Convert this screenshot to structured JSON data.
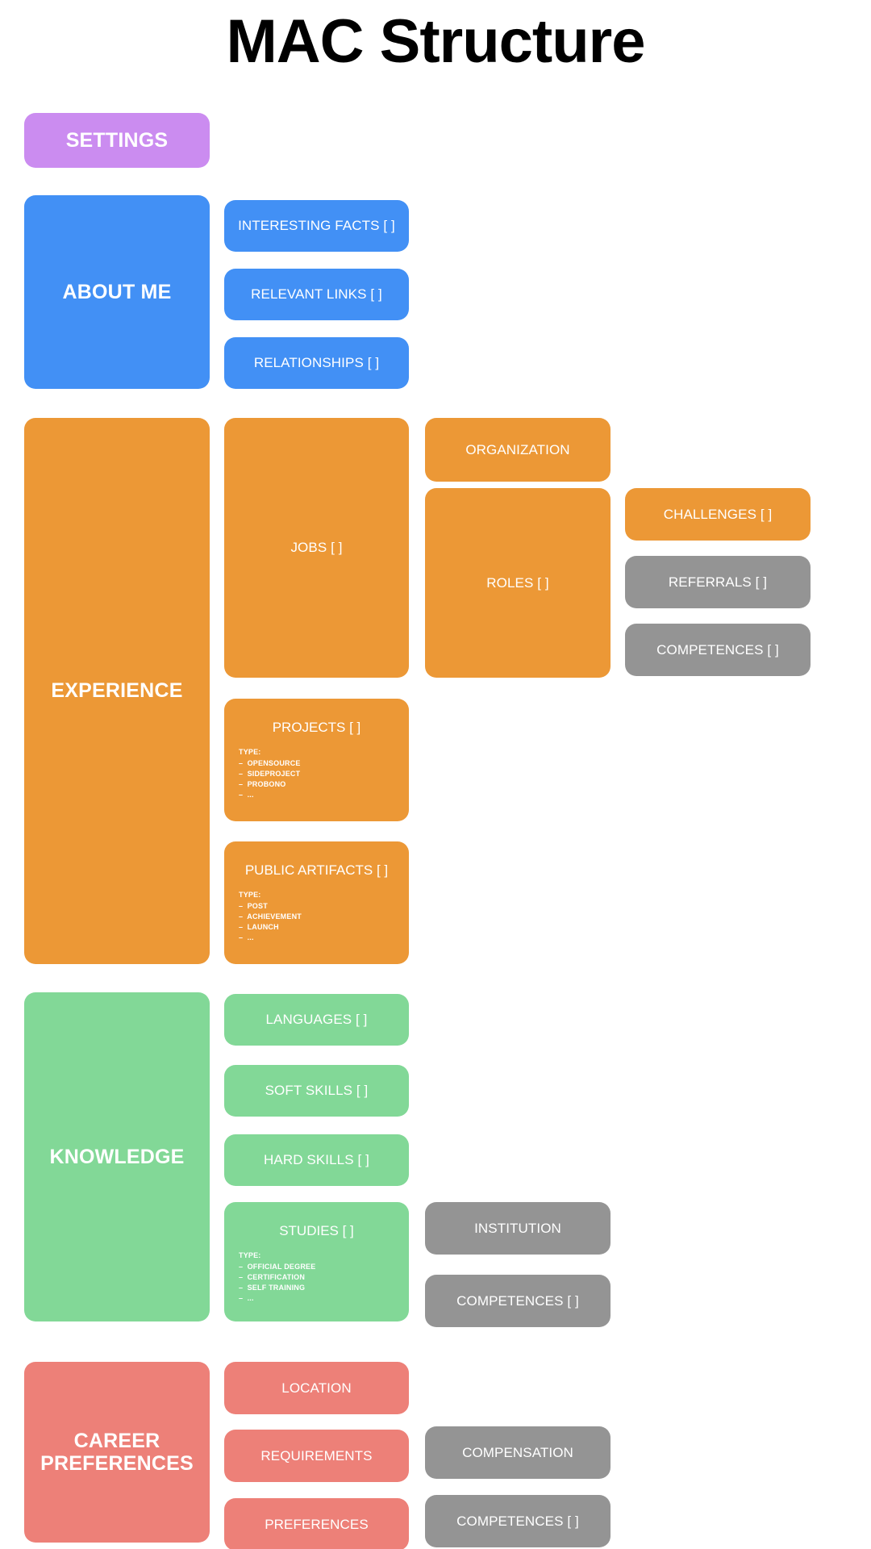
{
  "title": "MAC Structure",
  "colors": {
    "settings": "#cb8cf0",
    "about_me": "#4290f5",
    "experience": "#ec9836",
    "knowledge": "#82d897",
    "career_preferences": "#ed8078",
    "shared_entity": "#949494",
    "background": "#ffffff",
    "title_text": "#000000",
    "node_text": "#ffffff"
  },
  "sections": {
    "settings": {
      "label": "SETTINGS"
    },
    "about_me": {
      "label": "ABOUT ME",
      "children": [
        {
          "label": "INTERESTING FACTS [ ]"
        },
        {
          "label": "RELEVANT LINKS [ ]"
        },
        {
          "label": "RELATIONSHIPS [ ]"
        }
      ]
    },
    "experience": {
      "label": "EXPERIENCE",
      "children": [
        {
          "label": "JOBS [ ]"
        },
        {
          "label": "PROJECTS [ ]"
        },
        {
          "label": "PUBLIC ARTIFACTS [ ]"
        }
      ],
      "jobs_children": [
        {
          "label": "ORGANIZATION"
        },
        {
          "label": "ROLES [ ]"
        }
      ],
      "roles_children": [
        {
          "label": "CHALLENGES [ ]"
        },
        {
          "label": "REFERRALS [ ]"
        },
        {
          "label": "COMPETENCES [ ]"
        }
      ],
      "projects_type": {
        "label": "TYPE:",
        "items": [
          "–  OPENSOURCE",
          "–  SIDEPROJECT",
          "–  PROBONO",
          "–  ..."
        ]
      },
      "artifacts_type": {
        "label": "TYPE:",
        "items": [
          "–  POST",
          "–  ACHIEVEMENT",
          "–  LAUNCH",
          "–  ..."
        ]
      }
    },
    "knowledge": {
      "label": "KNOWLEDGE",
      "children": [
        {
          "label": "LANGUAGES [ ]"
        },
        {
          "label": "SOFT SKILLS [ ]"
        },
        {
          "label": "HARD SKILLS [ ]"
        },
        {
          "label": "STUDIES [ ]"
        }
      ],
      "studies_children": [
        {
          "label": "INSTITUTION"
        },
        {
          "label": "COMPETENCES [ ]"
        }
      ],
      "studies_type": {
        "label": "TYPE:",
        "items": [
          "–  OFFICIAL DEGREE",
          "–  CERTIFICATION",
          "–  SELF TRAINING",
          "–  ..."
        ]
      }
    },
    "career_preferences": {
      "label": "CAREER\nPREFERENCES",
      "label_line1": "CAREER",
      "label_line2": "PREFERENCES",
      "children": [
        {
          "label": "LOCATION"
        },
        {
          "label": "REQUIREMENTS"
        },
        {
          "label": "PREFERENCES"
        }
      ],
      "requirements_children": [
        {
          "label": "COMPENSATION"
        }
      ],
      "preferences_children": [
        {
          "label": "COMPETENCES [ ]"
        }
      ]
    }
  }
}
